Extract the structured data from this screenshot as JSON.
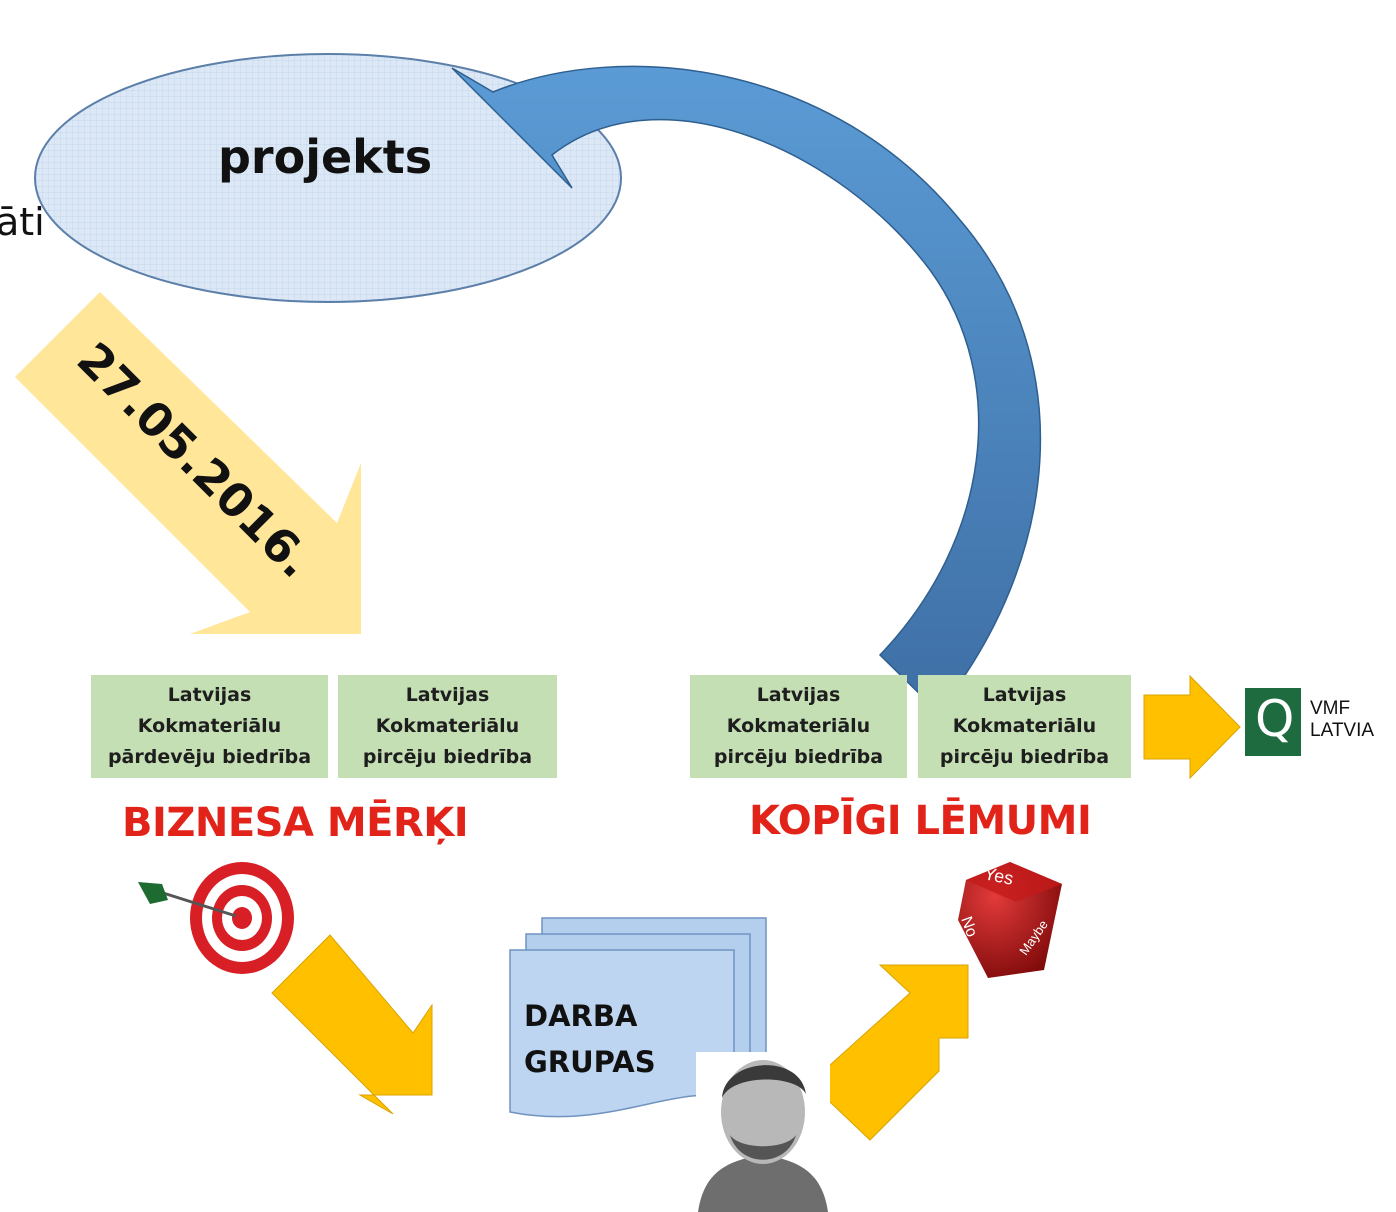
{
  "cut_text": "āti",
  "project_label": "projekts",
  "date_label": "27.05.2016.",
  "left_boxes": [
    {
      "line1": "Latvijas",
      "line2": "Kokmateriālu",
      "line3": "pārdevēju biedrība"
    },
    {
      "line1": "Latvijas",
      "line2": "Kokmateriālu",
      "line3": "pircēju biedrība"
    }
  ],
  "right_boxes": [
    {
      "line1": "Latvijas",
      "line2": "Kokmateriālu",
      "line3": "pircēju biedrība"
    },
    {
      "line1": "Latvijas",
      "line2": "Kokmateriālu",
      "line3": "pircēju biedrība"
    }
  ],
  "heading_left": "BIZNESA MĒRĶI",
  "heading_right": "KOPĪGI LĒMUMI",
  "work_groups": {
    "line1": "DARBA",
    "line2": "GRUPAS"
  },
  "logo": {
    "letter": "Q",
    "line1": "VMF",
    "line2": "LATVIA"
  },
  "dice": {
    "face_top": "Yes",
    "face_left": "No",
    "face_right": "Maybe"
  },
  "colors": {
    "box_green": "#c5dfb4",
    "heading_red": "#e2231a",
    "arrow_yellow": "#ffc000",
    "date_arrow_yellow": "#ffe699",
    "curved_arrow_blue": "#4a7eb5",
    "ellipse_fill": "#dbe7f5",
    "doc_blue": "#b4cfee",
    "logo_green": "#1d6b3e"
  },
  "icons": [
    "dart-target-icon",
    "dice-icon",
    "person-photo"
  ]
}
